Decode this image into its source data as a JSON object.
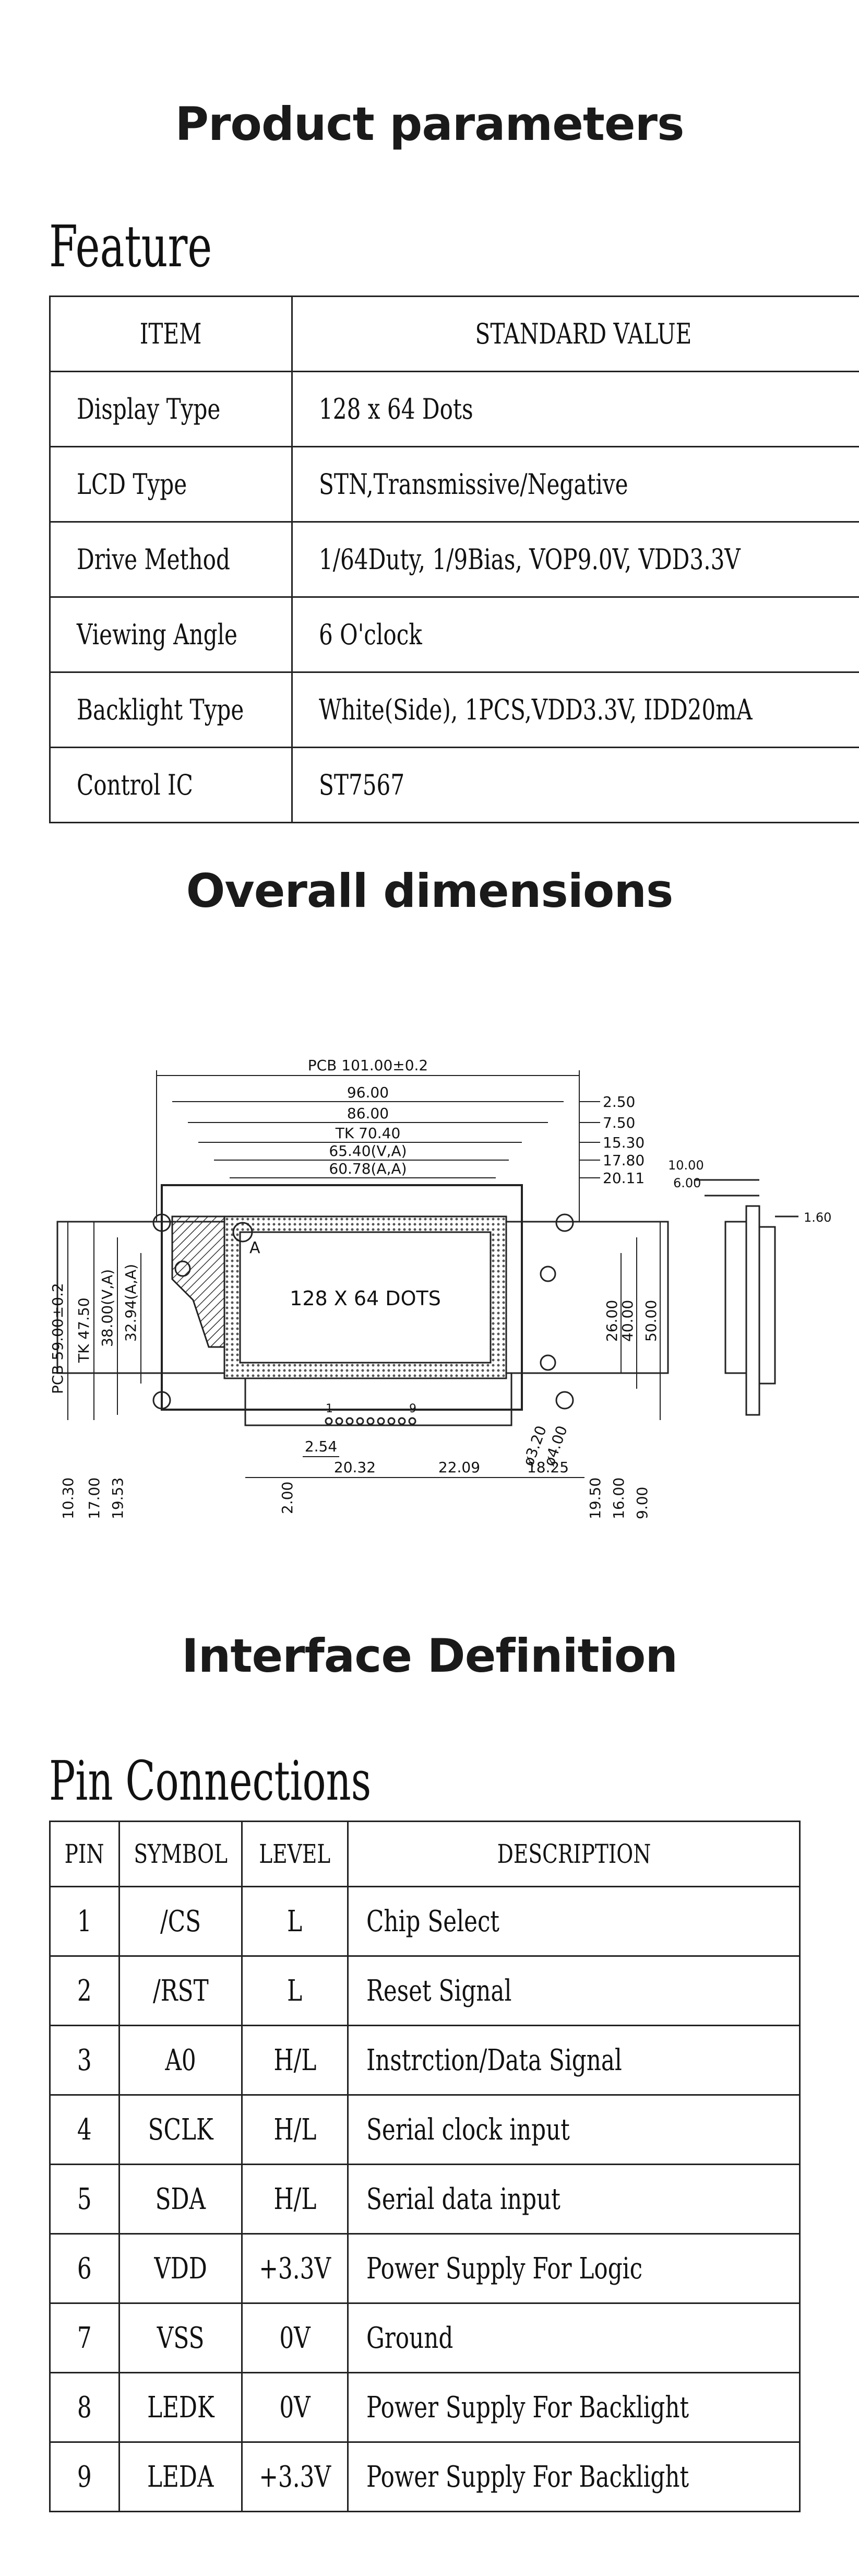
{
  "sections": {
    "product_parameters": "Product parameters",
    "overall_dimensions": "Overall dimensions",
    "interface_definition": "Interface Definition"
  },
  "feature": {
    "heading": "Feature",
    "columns": [
      "ITEM",
      "STANDARD VALUE"
    ],
    "rows": [
      {
        "item": "Display Type",
        "value": "128 x 64 Dots"
      },
      {
        "item": "LCD Type",
        "value": "STN,Transmissive/Negative"
      },
      {
        "item": "Drive Method",
        "value": "1/64Duty, 1/9Bias, VOP9.0V, VDD3.3V"
      },
      {
        "item": "Viewing Angle",
        "value": "6 O'clock"
      },
      {
        "item": "Backlight Type",
        "value": "White(Side), 1PCS,VDD3.3V, IDD20mA"
      },
      {
        "item": "Control IC",
        "value": "ST7567"
      }
    ]
  },
  "drawing": {
    "screen_text": "128 X 64 DOTS",
    "corner_marker": "A",
    "dims_top": [
      "PCB 101.00±0.2",
      "96.00",
      "86.00",
      "TK 70.40",
      "65.40(V,A)",
      "60.78(A,A)"
    ],
    "dims_right_top": [
      "2.50",
      "7.50",
      "15.30",
      "17.80",
      "20.11"
    ],
    "dims_left": [
      "PCB 59.00±0.2",
      "TK 47.50",
      "38.00(V,A)",
      "32.94(A,A)"
    ],
    "dims_right": [
      "26.00",
      "40.00",
      "50.00"
    ],
    "dims_bottom_left": [
      "10.30",
      "17.00",
      "19.53",
      "2.00"
    ],
    "dims_bottom_mid": [
      "2.54",
      "20.32",
      "22.09",
      "18.25"
    ],
    "dims_bottom_right": [
      "19.50",
      "16.00",
      "9.00"
    ],
    "hole_labels": [
      "ø3.20",
      "ø4.00"
    ],
    "pin_count_labels": [
      "1",
      "9"
    ],
    "side_dims": [
      "10.00",
      "6.00",
      "1.60"
    ]
  },
  "pins": {
    "heading": "Pin Connections",
    "columns": [
      "PIN",
      "SYMBOL",
      "LEVEL",
      "DESCRIPTION"
    ],
    "rows": [
      {
        "pin": "1",
        "symbol": "/CS",
        "level": "L",
        "desc": "Chip Select"
      },
      {
        "pin": "2",
        "symbol": "/RST",
        "level": "L",
        "desc": "Reset Signal"
      },
      {
        "pin": "3",
        "symbol": "A0",
        "level": "H/L",
        "desc": "Instrction/Data Signal"
      },
      {
        "pin": "4",
        "symbol": "SCLK",
        "level": "H/L",
        "desc": "Serial clock input"
      },
      {
        "pin": "5",
        "symbol": "SDA",
        "level": "H/L",
        "desc": "Serial data input"
      },
      {
        "pin": "6",
        "symbol": "VDD",
        "level": "+3.3V",
        "desc": "Power Supply For Logic"
      },
      {
        "pin": "7",
        "symbol": "VSS",
        "level": "0V",
        "desc": "Ground"
      },
      {
        "pin": "8",
        "symbol": "LEDK",
        "level": "0V",
        "desc": "Power Supply For Backlight"
      },
      {
        "pin": "9",
        "symbol": "LEDA",
        "level": "+3.3V",
        "desc": "Power Supply For Backlight"
      }
    ]
  }
}
